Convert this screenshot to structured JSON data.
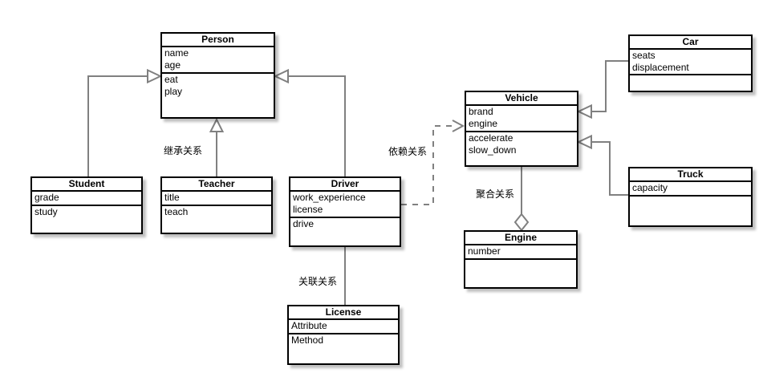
{
  "diagram": {
    "classes": [
      {
        "id": "person",
        "title": "Person",
        "attributes": [
          "name",
          "age"
        ],
        "methods": [
          "eat",
          "play"
        ]
      },
      {
        "id": "student",
        "title": "Student",
        "attributes": [
          "grade"
        ],
        "methods": [
          "study"
        ]
      },
      {
        "id": "teacher",
        "title": "Teacher",
        "attributes": [
          "title"
        ],
        "methods": [
          "teach"
        ]
      },
      {
        "id": "driver",
        "title": "Driver",
        "attributes": [
          "work_experience",
          "license"
        ],
        "methods": [
          "drive"
        ]
      },
      {
        "id": "license",
        "title": "License",
        "attributes": [
          "Attribute"
        ],
        "methods": [
          "Method"
        ]
      },
      {
        "id": "vehicle",
        "title": "Vehicle",
        "attributes": [
          "brand",
          "engine"
        ],
        "methods": [
          "accelerate",
          "slow_down"
        ]
      },
      {
        "id": "engine",
        "title": "Engine",
        "attributes": [
          "number"
        ],
        "methods": []
      },
      {
        "id": "car",
        "title": "Car",
        "attributes": [
          "seats",
          "displacement"
        ],
        "methods": []
      },
      {
        "id": "truck",
        "title": "Truck",
        "attributes": [
          "capacity"
        ],
        "methods": []
      }
    ],
    "edges": [
      {
        "from": "Student",
        "to": "Person",
        "type": "inheritance"
      },
      {
        "from": "Teacher",
        "to": "Person",
        "type": "inheritance"
      },
      {
        "from": "Driver",
        "to": "Person",
        "type": "inheritance"
      },
      {
        "from": "Driver",
        "to": "Vehicle",
        "type": "dependency"
      },
      {
        "from": "Driver",
        "to": "License",
        "type": "association"
      },
      {
        "from": "Vehicle",
        "to": "Engine",
        "type": "aggregation"
      },
      {
        "from": "Car",
        "to": "Vehicle",
        "type": "inheritance"
      },
      {
        "from": "Truck",
        "to": "Vehicle",
        "type": "inheritance"
      }
    ],
    "edge_labels": {
      "inheritance": "继承关系",
      "dependency": "依赖关系",
      "aggregation": "聚合关系",
      "association": "关联关系"
    },
    "colors": {
      "box_border": "#000000",
      "edge_stroke": "#808080",
      "background": "#ffffff",
      "text": "#000000"
    }
  }
}
